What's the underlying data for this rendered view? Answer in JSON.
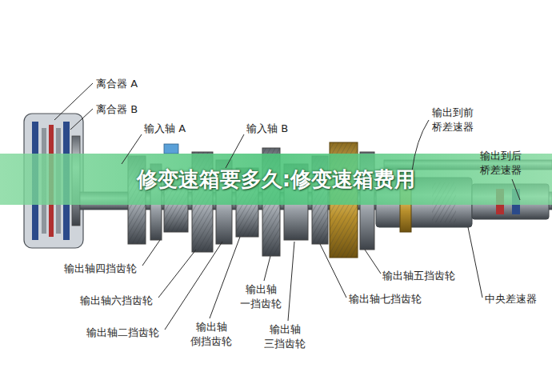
{
  "diagram": {
    "title": "修变速箱要多久:修变速箱费用",
    "labels": [
      "离合器 A",
      "离合器 B",
      "输入轴 A",
      "输入轴 B",
      "输出到前 桥差速器",
      "输出到后 桥差速器",
      "输出轴四挡齿轮",
      "输出轴六挡齿轮",
      "输出轴二挡齿轮",
      "输出轴 一挡齿轮",
      "输出轴 倒挡齿轮",
      "输出轴 三挡齿轮",
      "输出轴七挡齿轮",
      "输出轴五挡齿轮",
      "中央差速器"
    ]
  }
}
